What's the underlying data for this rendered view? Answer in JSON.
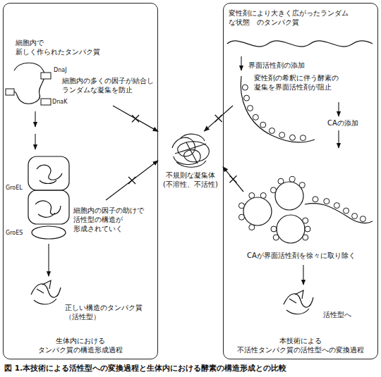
{
  "diagram": {
    "caption": "図 1.本技術による活性型への変換過程と生体内における酵素の構造形成との比較",
    "nodes": [
      {
        "text": [
          "生体内における タンパク質の構造形成過程"
        ]
      },
      {
        "text": [
          "本技術による 不活性タンパク質の活性型への変換過程"
        ]
      },
      {
        "text": [
          "不規則な凝集体 (不溶性、不活性)"
        ]
      }
    ],
    "edges": [
      {
        "from": 0,
        "to": 2,
        "arrow": "to"
      },
      {
        "from": 0,
        "to": 2,
        "arrow": "to"
      },
      {
        "from": 1,
        "to": 2,
        "arrow": "to"
      },
      {
        "from": 1,
        "to": 2,
        "arrow": "to"
      }
    ],
    "labels": [
      "細胞内で 新しく作られたタンパク質",
      "DnaJ",
      "DnaK",
      "細胞内の多くの因子が結合し ランダムな凝集を防止",
      "GroEL",
      "細胞内の因子の助けで 活性型の構造が 形成されていく",
      "GroES",
      "正しい構造のタンパク質 （活性型）",
      "変性剤により大きく広がったランダム な状態　のタンパク質",
      "界面活性剤の添加",
      "変性剤の希釈に伴う酵素の 凝集を界面活性剤が阻止",
      "CAの添加",
      "CAが界面活性剤を徐々に取り除く",
      "活性型へ"
    ]
  }
}
